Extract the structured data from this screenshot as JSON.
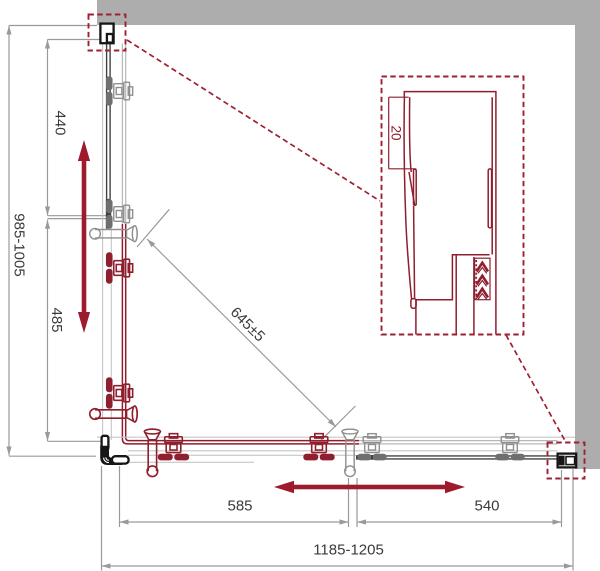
{
  "diagram": {
    "kind": "shower-enclosure-installation-drawing",
    "view": "top-plan-with-profile-detail",
    "dimensions": {
      "left_total": "985-1005",
      "left_upper": "440",
      "left_lower": "485",
      "entry_diagonal": "645±5",
      "bottom_left": "585",
      "bottom_right": "540",
      "bottom_total": "1185-1205",
      "detail_profile_depth": "20"
    },
    "colors": {
      "wall_gray": "#adadad",
      "dimension_gray": "#9a9a9a",
      "dimension_text": "#3a3a3a",
      "door_line_red": "#8f1f2e",
      "movement_arrow_red": "#9d1b2c",
      "callout_dashed_red": "#9d2132",
      "fixed_frame_black": "#161616"
    }
  }
}
